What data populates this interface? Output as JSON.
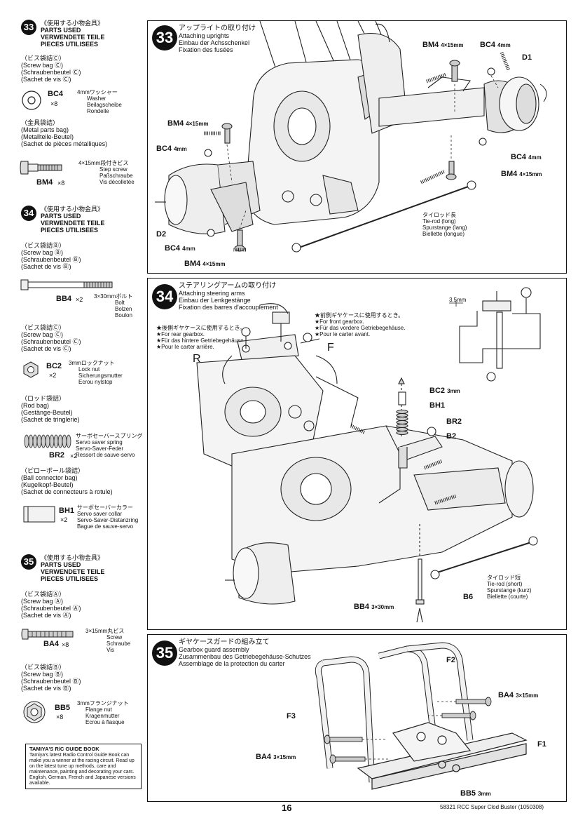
{
  "sidebar": {
    "s33": {
      "num": "33",
      "title_jp": "《使用する小物金具》",
      "title_en": "PARTS USED",
      "title_de": "VERWENDETE TEILE",
      "title_fr": "PIECES UTILISEES",
      "bag1": {
        "jp": "（ビス袋詰Ⓒ）",
        "en": "(Screw bag Ⓒ)",
        "de": "(Schraubenbeutel Ⓒ)",
        "fr": "(Sachet de vis Ⓒ)"
      },
      "bc4": {
        "code": "BC4",
        "qty": "×8",
        "jp": "4mmワッシャー",
        "en": "Washer",
        "de": "Beilagscheibe",
        "fr": "Rondelle"
      },
      "bag2": {
        "jp": "（金具袋詰）",
        "en": "(Metal parts bag)",
        "de": "(Metallteile-Beutel)",
        "fr": "(Sachet de pièces métalliques)"
      },
      "bm4": {
        "code": "BM4",
        "qty": "×8",
        "jp": "4×15mm段付きビス",
        "en": "Step screw",
        "de": "Paßschraube",
        "fr": "Vis décolletée"
      }
    },
    "s34": {
      "num": "34",
      "title_jp": "《使用する小物金具》",
      "title_en": "PARTS USED",
      "title_de": "VERWENDETE TEILE",
      "title_fr": "PIECES UTILISEES",
      "bag1": {
        "jp": "（ビス袋詰Ⓑ）",
        "en": "(Screw bag Ⓑ)",
        "de": "(Schraubenbeutel Ⓑ)",
        "fr": "(Sachet de vis Ⓑ)"
      },
      "bb4": {
        "code": "BB4",
        "qty": "×2",
        "jp": "3×30mmボルト",
        "en": "Bolt",
        "de": "Bolzen",
        "fr": "Boulon"
      },
      "bag2": {
        "jp": "（ビス袋詰Ⓒ）",
        "en": "(Screw bag Ⓒ)",
        "de": "(Schraubenbeutel Ⓒ)",
        "fr": "(Sachet de vis Ⓒ)"
      },
      "bc2": {
        "code": "BC2",
        "qty": "×2",
        "jp": "3mmロックナット",
        "en": "Lock nut",
        "de": "Sicherungsmutter",
        "fr": "Ecrou nylstop"
      },
      "bag3": {
        "jp": "（ロッド袋詰）",
        "en": "(Rod bag)",
        "de": "(Gestänge-Beutel)",
        "fr": "(Sachet de tringlerie)"
      },
      "br2": {
        "code": "BR2",
        "qty": "×2",
        "jp": "サーボセーバースプリング",
        "en": "Servo saver spring",
        "de": "Servo-Saver-Feder",
        "fr": "Ressort de sauve-servo"
      },
      "bag4": {
        "jp": "（ピローボール袋詰）",
        "en": "(Ball connector bag)",
        "de": "(Kugelkopf-Beutel)",
        "fr": "(Sachet de connecteurs à rotule)"
      },
      "bh1": {
        "code": "BH1",
        "qty": "×2",
        "jp": "サーボセーバーカラー",
        "en": "Servo saver collar",
        "de": "Servo-Saver-Distanzring",
        "fr": "Bague de sauve-servo"
      }
    },
    "s35": {
      "num": "35",
      "title_jp": "《使用する小物金具》",
      "title_en": "PARTS USED",
      "title_de": "VERWENDETE TEILE",
      "title_fr": "PIECES UTILISEES",
      "bag1": {
        "jp": "（ビス袋詰Ⓐ）",
        "en": "(Screw bag Ⓐ)",
        "de": "(Schraubenbeutel Ⓐ)",
        "fr": "(Sachet de vis Ⓐ)"
      },
      "ba4": {
        "code": "BA4",
        "qty": "×8",
        "jp": "3×15mm丸ビス",
        "en": "Screw",
        "de": "Schraube",
        "fr": "Vis"
      },
      "bag2": {
        "jp": "（ビス袋詰Ⓑ）",
        "en": "(Screw bag Ⓑ)",
        "de": "(Schraubenbeutel Ⓑ)",
        "fr": "(Sachet de vis Ⓑ)"
      },
      "bb5": {
        "code": "BB5",
        "qty": "×8",
        "jp": "3mmフランジナット",
        "en": "Flange nut",
        "de": "Kragenmutter",
        "fr": "Ecrou à flasque"
      }
    },
    "guide": {
      "heading": "TAMIYA'S R/C GUIDE BOOK",
      "body": "Tamiya's latest Radio Control Guide Book can make you a winner at the racing circuit. Read up on the latest tune up methods, care and maintenance, painting and decorating your cars. English, German, French and Japanese versions available."
    }
  },
  "step33": {
    "num": "33",
    "title_jp": "アップライトの取り付け",
    "title_en": "Attaching uprights",
    "title_de": "Einbau der Achsschenkel",
    "title_fr": "Fixation des fusées",
    "labels": {
      "bm4_top": "BM4",
      "bm4_top_size": "4×15mm",
      "bc4_top": "BC4",
      "bc4_top_size": "4mm",
      "d1": "D1",
      "bm4_left": "BM4",
      "bm4_left_size": "4×15mm",
      "bc4_left": "BC4",
      "bc4_left_size": "4mm",
      "bc4_right": "BC4",
      "bc4_right_size": "4mm",
      "bm4_right": "BM4",
      "bm4_right_size": "4×15mm",
      "d2": "D2",
      "bc4_bottom": "BC4",
      "bc4_bottom_size": "4mm",
      "bm4_bottom": "BM4",
      "bm4_bottom_size": "4×15mm",
      "tierod_jp": "タイロッド長",
      "tierod_en": "Tie-rod (long)",
      "tierod_de": "Spurstange (lang)",
      "tierod_fr": "Biellette (longue)"
    }
  },
  "step34": {
    "num": "34",
    "title_jp": "ステアリングアームの取り付け",
    "title_en": "Attaching steering arms",
    "title_de": "Einbau der Lenkgestänge",
    "title_fr": "Fixation des barres d'accouplement",
    "rear_note": [
      "★後側ギヤケースに使用するとき。",
      "★For rear gearbox.",
      "★Für das hintere Getriebegehäuse.",
      "★Pour le carter arrière."
    ],
    "front_note": [
      "★前側ギヤケースに使用するとき。",
      "★For front gearbox.",
      "★Für das vordere Getriebegehäuse.",
      "★Pour le carter avant."
    ],
    "r": "R",
    "f": "F",
    "dim": "3.5mm",
    "labels": {
      "bc2": "BC2",
      "bc2_size": "3mm",
      "bh1": "BH1",
      "br2": "BR2",
      "b2": "B2",
      "b6": "B6",
      "bb4": "BB4",
      "bb4_size": "3×30mm",
      "tierod_jp": "タイロッド短",
      "tierod_en": "Tie-rod (short)",
      "tierod_de": "Spurstange (kurz)",
      "tierod_fr": "Biellette (courte)"
    }
  },
  "step35": {
    "num": "35",
    "title_jp": "ギヤケースガードの組み立て",
    "title_en": "Gearbox guard assembly",
    "title_de": "Zusammenbau des Getriebegehäuse-Schutzes",
    "title_fr": "Assemblage de la protection du carter",
    "labels": {
      "f2": "F2",
      "ba4_right": "BA4",
      "ba4_right_size": "3×15mm",
      "f3": "F3",
      "f1": "F1",
      "ba4_left": "BA4",
      "ba4_left_size": "3×15mm",
      "bb5": "BB5",
      "bb5_size": "3mm"
    }
  },
  "footer": {
    "page": "16",
    "code": "58321 RCC Super Clod Buster (1050308)"
  }
}
